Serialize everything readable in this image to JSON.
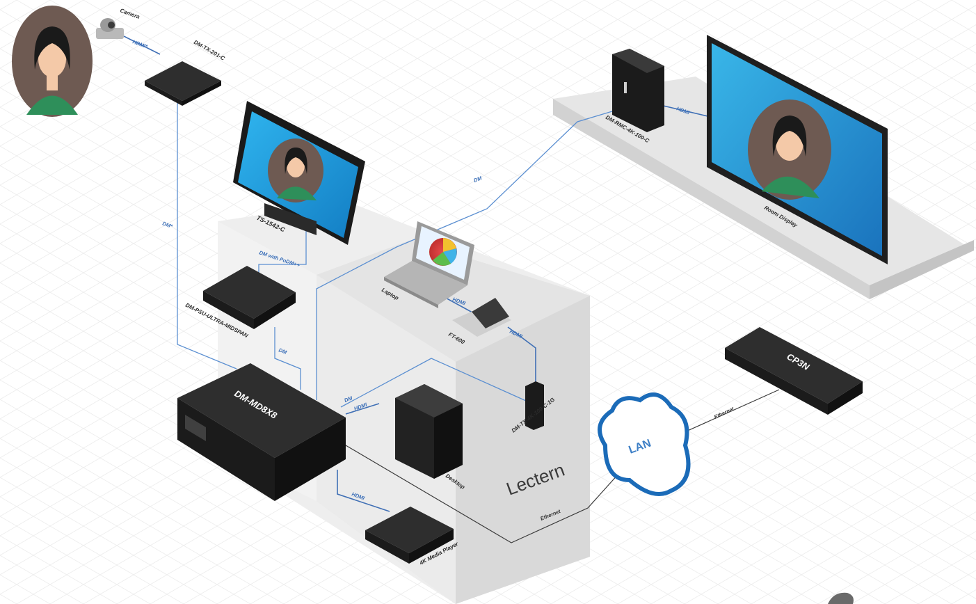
{
  "devices": {
    "camera": "Camera",
    "dm_tx_201": "DM-TX-201-C",
    "ts_1542": "TS-1542-C",
    "dm_psu": "DM-PSU-ULTRA-MIDSPAN",
    "dm_rmc": "DM-RMC-4K-100-C",
    "room_display": "Room Display",
    "laptop": "Laptop",
    "ft_600": "FT-600",
    "dm_tx_4k": "DM-TX-4K-100-C-1G",
    "dm_md8x8": "DM-MD8X8",
    "desktop": "Desktop",
    "media_player": "4K Media Player",
    "cp3n": "CP3N",
    "lan": "LAN",
    "lectern": "Lectern"
  },
  "cables": {
    "hdmi_camera": "HDMI*",
    "dm_camera": "DM*",
    "dm_pusm": "DM with PoDM++",
    "dm_psu_switch": "DM",
    "dm_rmc": "DM",
    "hdmi_display": "HDMI",
    "hdmi_laptop": "HDMI",
    "hdmi_ft600": "HDMI",
    "dm_tx": "DM",
    "hdmi_desktop": "HDMI",
    "hdmi_media": "HDMI",
    "ethernet_lan": "Ethernet",
    "ethernet_cp3n": "Ethernet"
  },
  "colors": {
    "cable_blue": "#5b8fd1",
    "screen_blue": "#1fa0e0",
    "avatar_bg": "#6e5a52",
    "avatar_shirt": "#2e8f5a",
    "device_black": "#1b1b1b",
    "lan_blue": "#3d7fc6"
  },
  "icons": [
    "user-avatar-icon",
    "camera-icon",
    "laptop-icon",
    "pie-chart-icon",
    "cloud-icon"
  ]
}
